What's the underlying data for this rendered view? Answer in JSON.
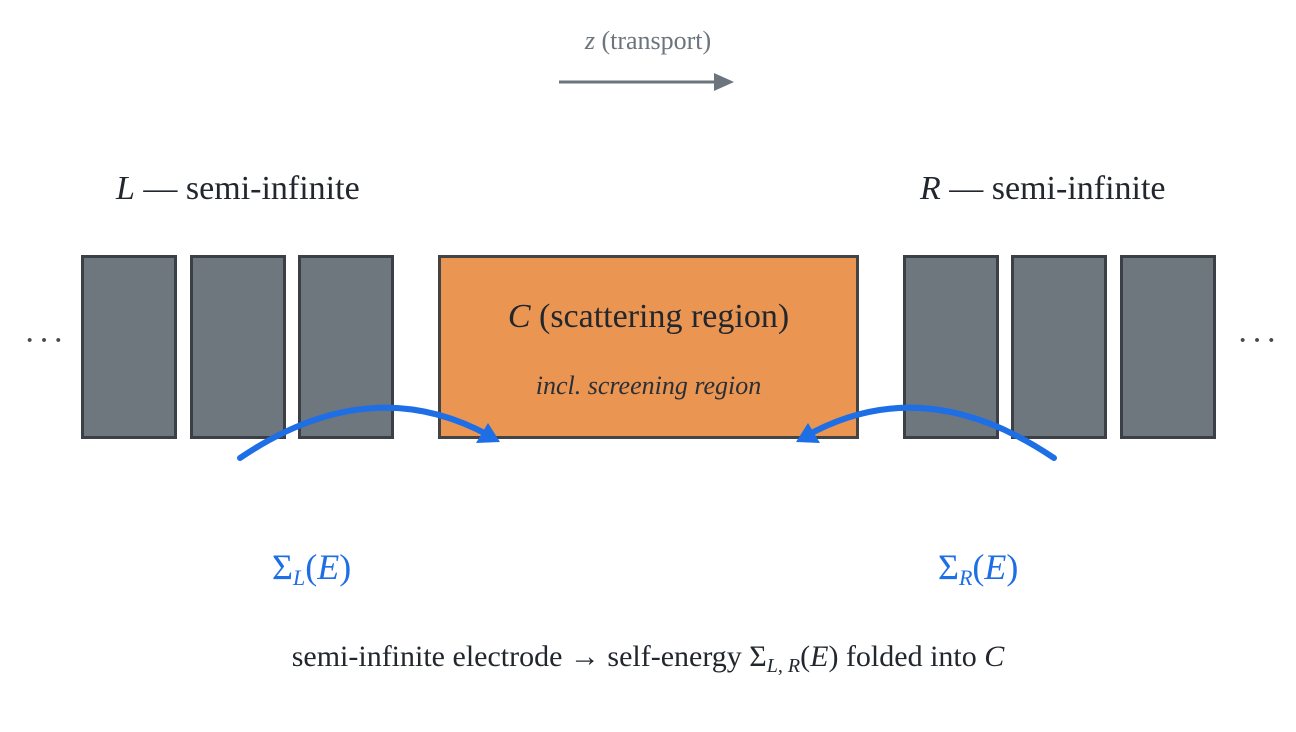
{
  "axis": {
    "symbol": "z",
    "label": "(transport)"
  },
  "left_lead": {
    "symbol": "L",
    "text": "— semi-infinite"
  },
  "right_lead": {
    "symbol": "R",
    "text": "— semi-infinite"
  },
  "center": {
    "symbol": "C",
    "title": "(scattering region)",
    "subtitle": "incl. screening region"
  },
  "ellipsis": "···",
  "sigma_left": {
    "base": "Σ",
    "sub": "L",
    "arg": "(",
    "E": "E",
    "close": ")"
  },
  "sigma_right": {
    "base": "Σ",
    "sub": "R",
    "arg": "(",
    "E": "E",
    "close": ")"
  },
  "caption": {
    "part1": "semi-infinite electrode",
    "arrow": "→",
    "part2": "self-energy Σ",
    "sub": "L, R",
    "part3": "(",
    "E": "E",
    "part4": ") folded into ",
    "C": "C"
  },
  "colors": {
    "lead_block": "#6e767e",
    "center_block": "#ea9552",
    "self_energy": "#1e6ee6",
    "axis": "#6c757d"
  }
}
